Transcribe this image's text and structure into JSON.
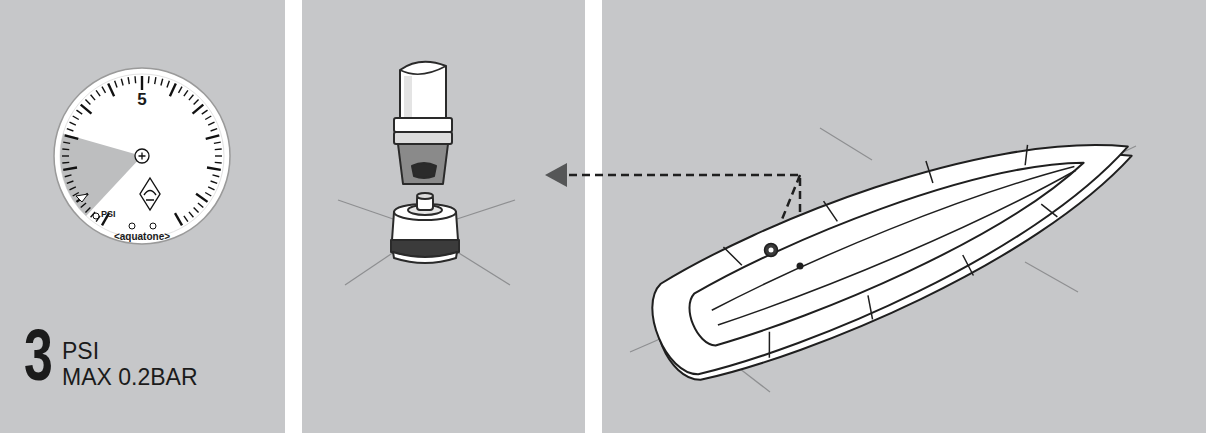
{
  "diagram": {
    "nodes": [
      {
        "text": [
          "3",
          "PSI",
          "MAX 0.2BAR"
        ]
      },
      {
        "text": [
          "5",
          "PSI",
          "<aquatone>"
        ],
        "in": 0
      }
    ]
  }
}
